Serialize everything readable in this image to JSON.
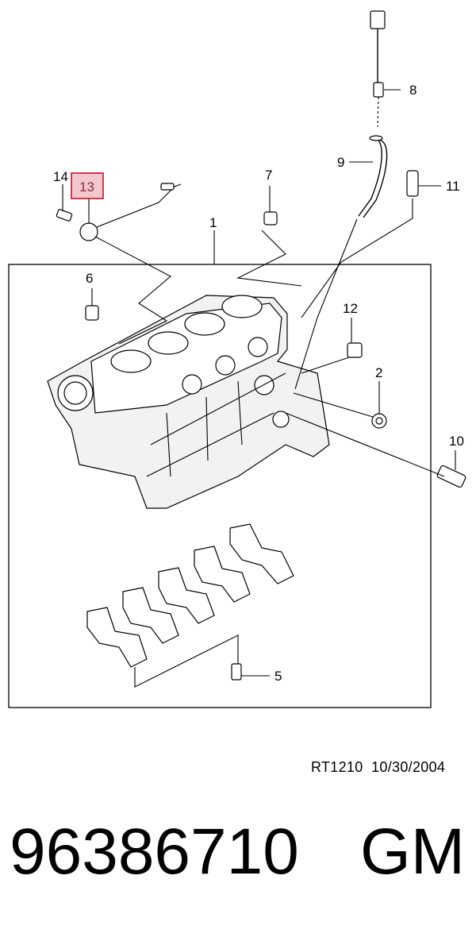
{
  "callouts": {
    "c1": "1",
    "c2": "2",
    "c5": "5",
    "c6": "6",
    "c7": "7",
    "c8": "8",
    "c9": "9",
    "c10": "10",
    "c11": "11",
    "c12": "12",
    "c13": "13",
    "c14": "14"
  },
  "highlight_color": "#c0142a",
  "footer": {
    "ref_code": "RT1210",
    "ref_date": "10/30/2004",
    "part_number": "96386710",
    "brand": "GM"
  }
}
